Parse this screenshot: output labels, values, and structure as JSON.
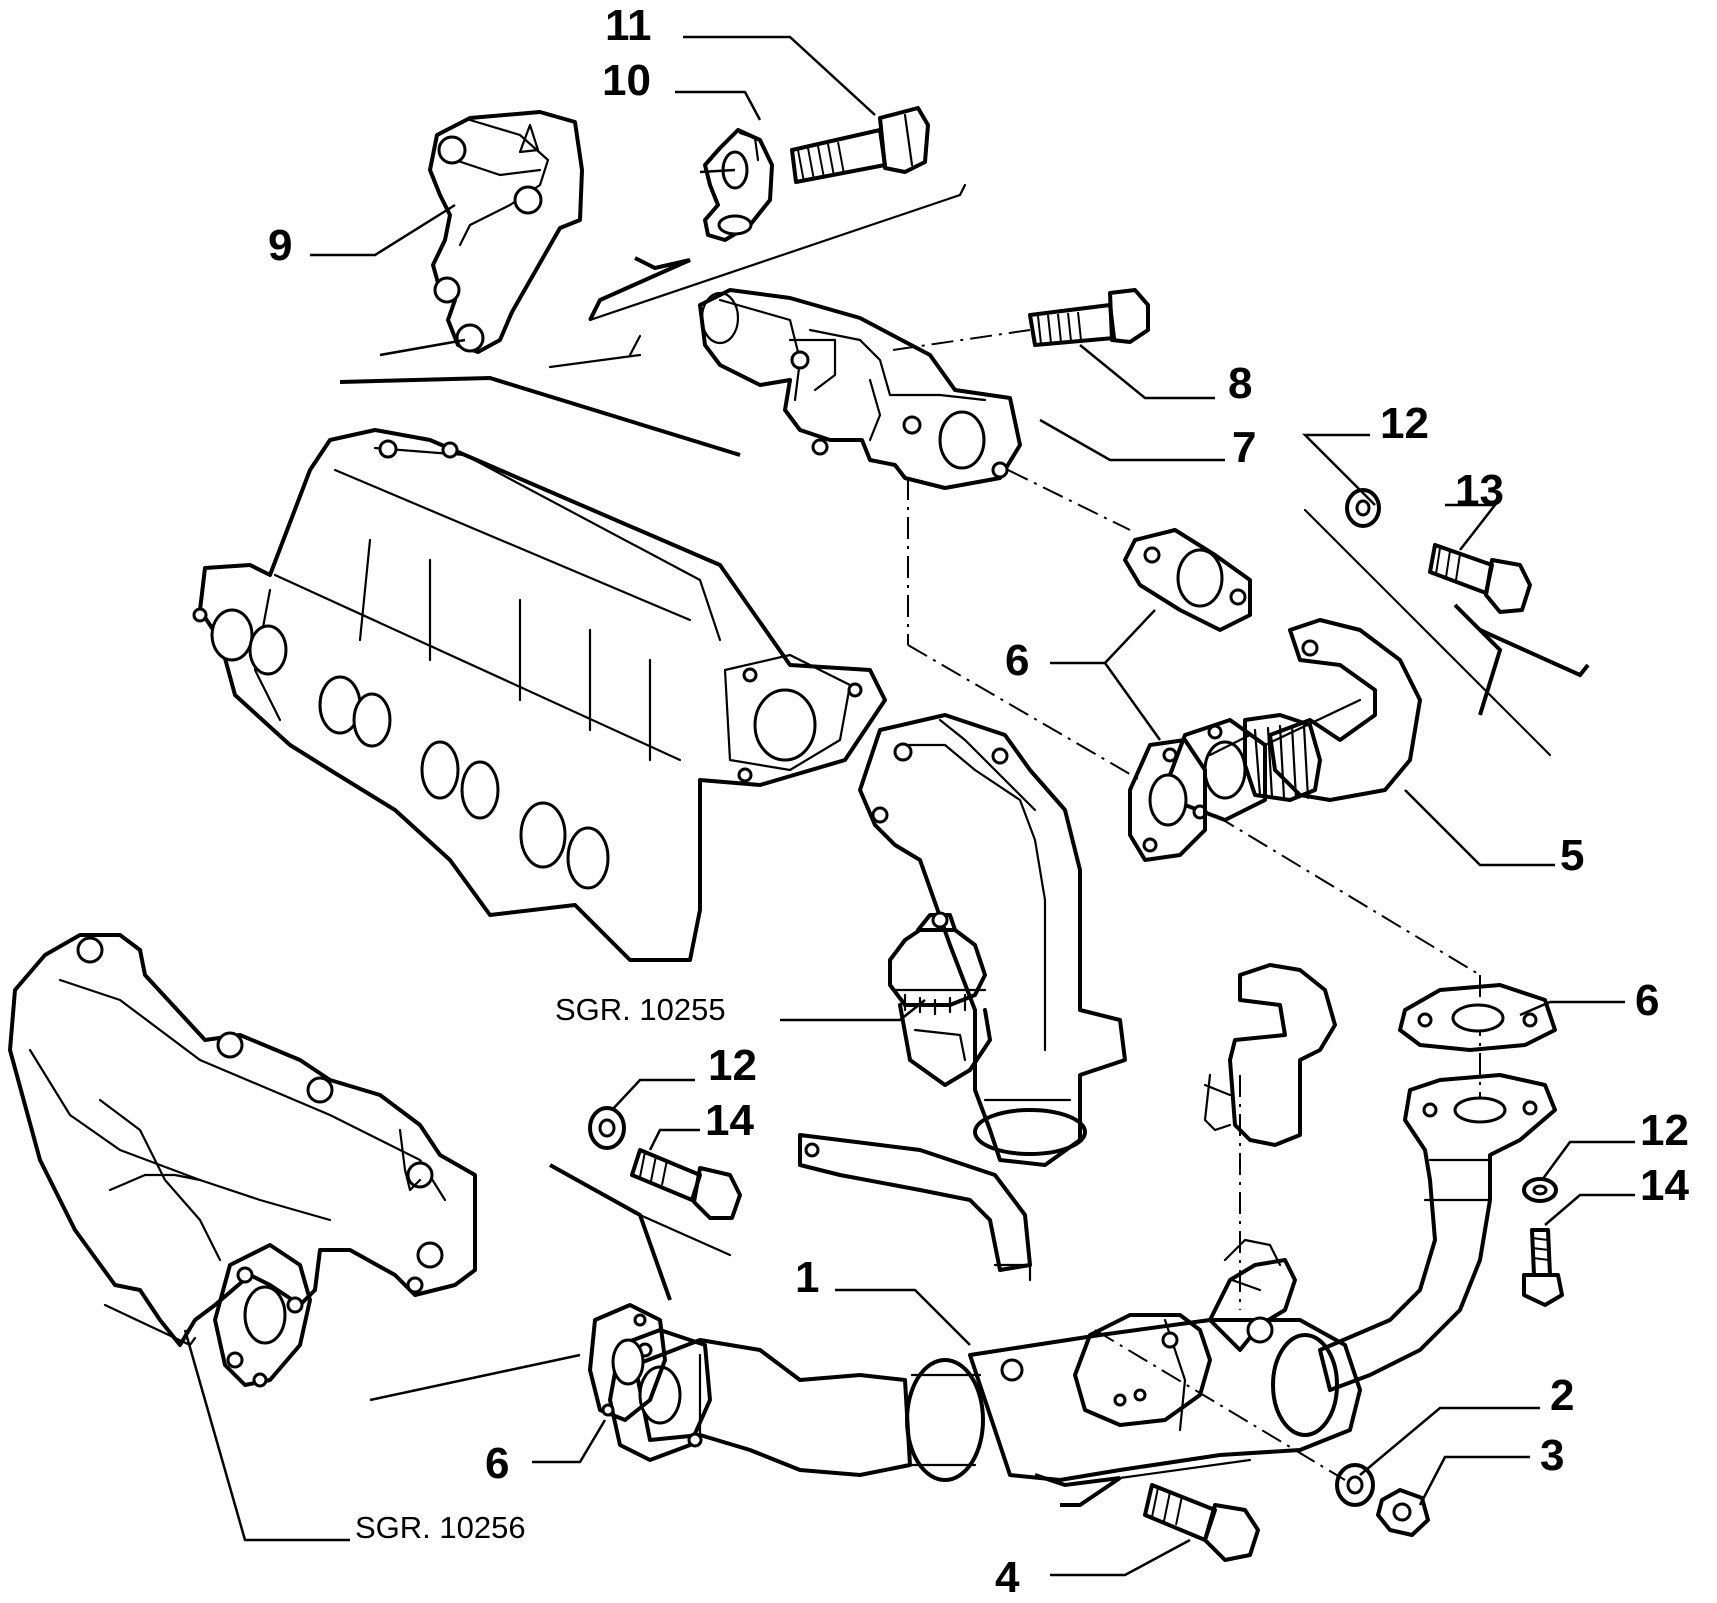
{
  "callouts": {
    "c11": "11",
    "c10": "10",
    "c9": "9",
    "c8": "8",
    "c7": "7",
    "c12a": "12",
    "c13": "13",
    "c6a": "6",
    "c5": "5",
    "c6b": "6",
    "c12b": "12",
    "c14a": "14",
    "c12c": "12",
    "c14b": "14",
    "c1": "1",
    "c2": "2",
    "c3": "3",
    "c6c": "6",
    "c4": "4"
  },
  "references": {
    "sgr_valve": "SGR. 10255",
    "sgr_manifold": "SGR. 10256"
  }
}
